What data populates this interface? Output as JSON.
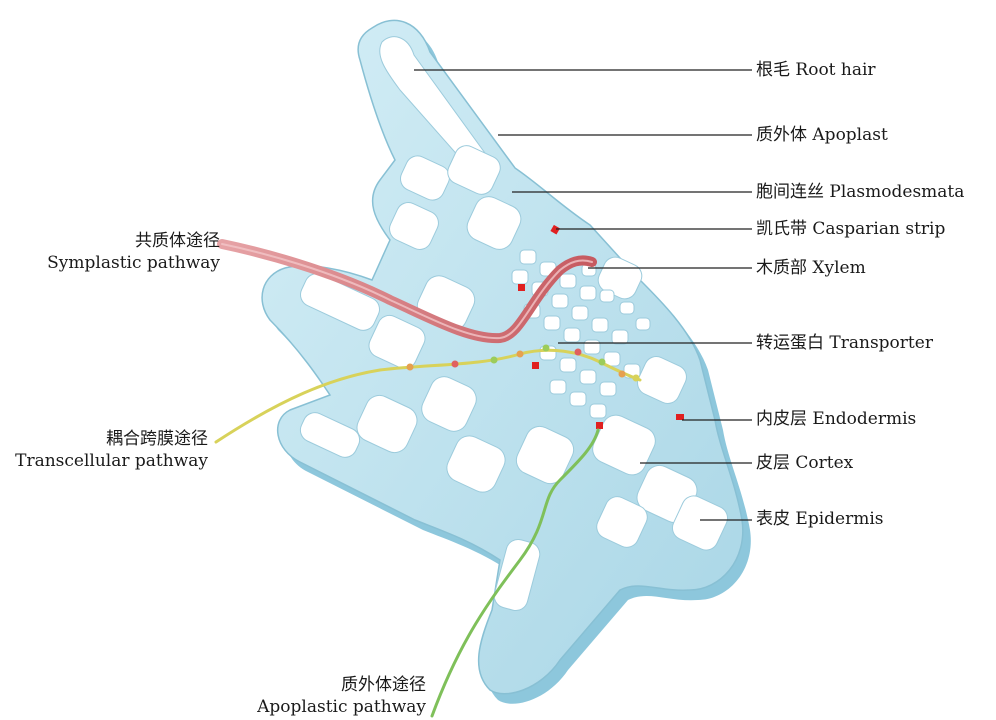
{
  "labels_right": [
    {
      "zh": "根毛",
      "en": "Root hair"
    },
    {
      "zh": "质外体",
      "en": "Apoplast"
    },
    {
      "zh": "胞间连丝",
      "en": "Plasmodesmata"
    },
    {
      "zh": "凯氏带",
      "en": "Casparian strip"
    },
    {
      "zh": "木质部",
      "en": "Xylem"
    },
    {
      "zh": "转运蛋白",
      "en": "Transporter"
    },
    {
      "zh": "内皮层",
      "en": "Endodermis"
    },
    {
      "zh": "皮层",
      "en": "Cortex"
    },
    {
      "zh": "表皮",
      "en": "Epidermis"
    }
  ],
  "pathways": {
    "symplastic": {
      "zh": "共质体途径",
      "en": "Symplastic pathway",
      "color": "#d9787a"
    },
    "transcellular": {
      "zh": "耦合跨膜途径",
      "en": "Transcellular pathway",
      "color": "#d8d25a"
    },
    "apoplastic": {
      "zh": "质外体途径",
      "en": "Apoplastic pathway",
      "color": "#7fc05a"
    }
  },
  "colors": {
    "cell_wall": "#bfe3ef",
    "wall_edge": "#8fc6da",
    "cell_lumen": "#ffffff",
    "cell_shade": "#dfe6ea",
    "casparian": "#e02020",
    "leader": "#222222"
  }
}
